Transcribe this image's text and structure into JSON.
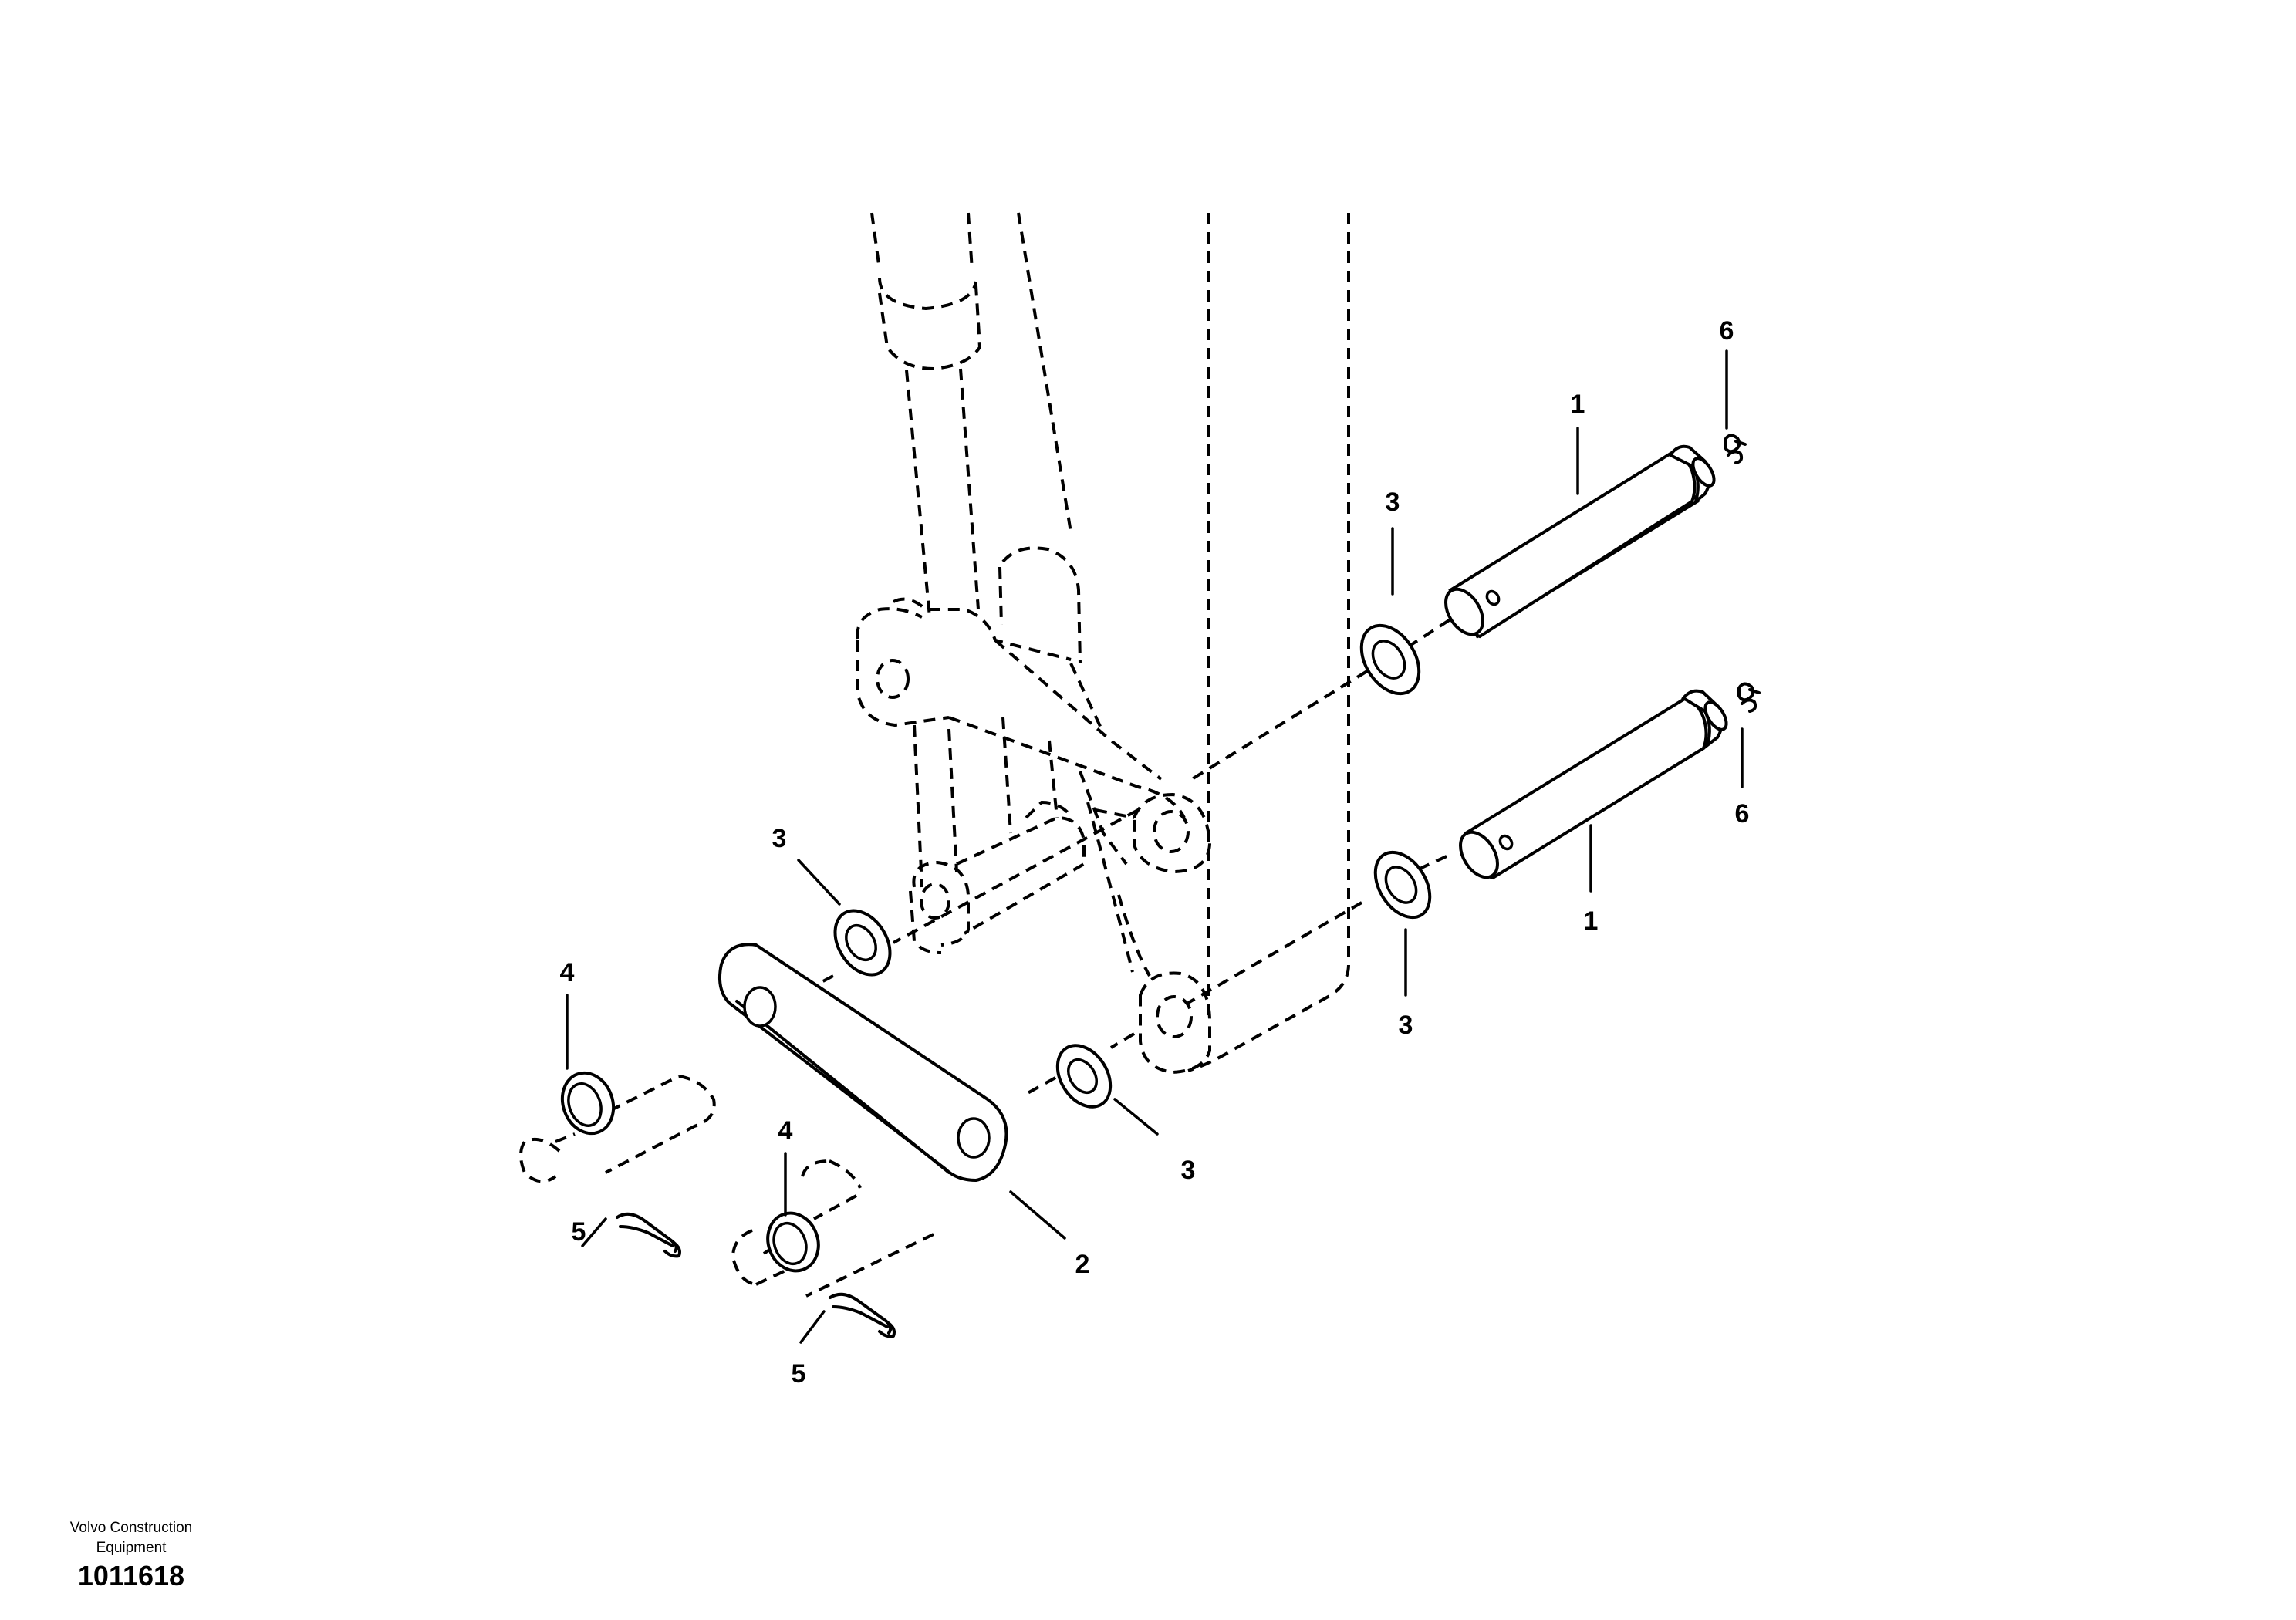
{
  "figure": {
    "maker": "Volvo Construction Equipment",
    "maker_line1": "Volvo Construction",
    "maker_line2": "Equipment",
    "doc_number": "1011618"
  },
  "callouts": [
    {
      "id": "upper-pin",
      "label": "1"
    },
    {
      "id": "lower-pin",
      "label": "1"
    },
    {
      "id": "link",
      "label": "2"
    },
    {
      "id": "upper-right-washer",
      "label": "3"
    },
    {
      "id": "lower-right-washer",
      "label": "3"
    },
    {
      "id": "upper-left-washer",
      "label": "3"
    },
    {
      "id": "lower-left-washer",
      "label": "3"
    },
    {
      "id": "upper-bushing",
      "label": "4"
    },
    {
      "id": "lower-bushing",
      "label": "4"
    },
    {
      "id": "upper-clip",
      "label": "5"
    },
    {
      "id": "lower-clip",
      "label": "5"
    },
    {
      "id": "upper-lock",
      "label": "6"
    },
    {
      "id": "lower-lock",
      "label": "6"
    }
  ]
}
